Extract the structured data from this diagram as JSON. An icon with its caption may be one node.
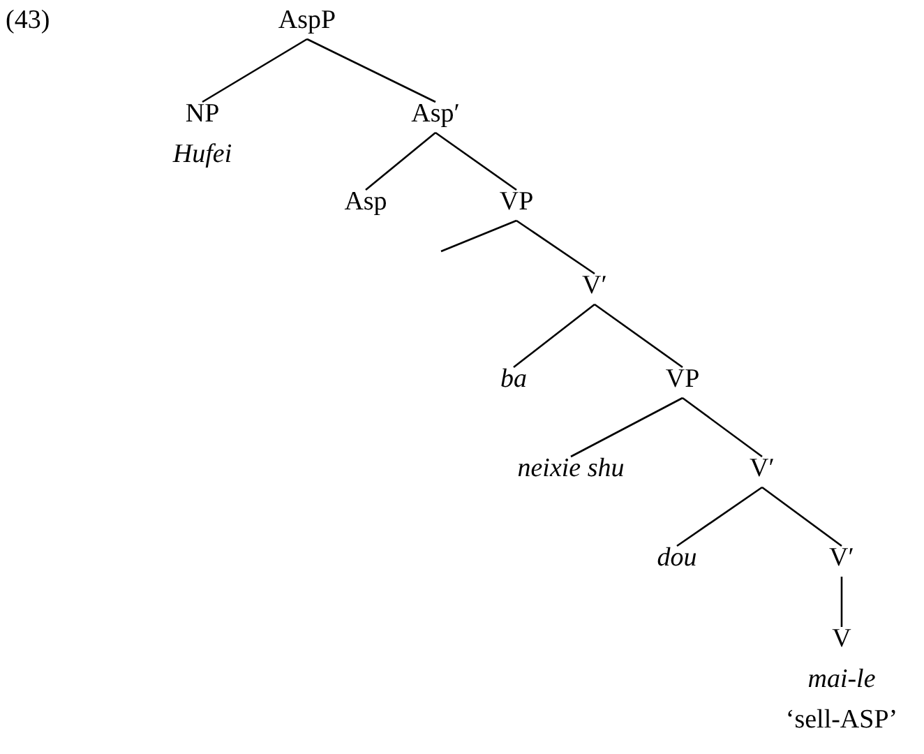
{
  "diagram": {
    "nodes": [
      {
        "text": [
          "AspP"
        ]
      },
      {
        "text": [
          "NP",
          "Hufei"
        ]
      },
      {
        "text": [
          "Asp′"
        ]
      },
      {
        "text": [
          "Asp"
        ]
      },
      {
        "text": [
          "VP"
        ]
      },
      {
        "text": [
          "V′"
        ]
      },
      {
        "text": [
          "ba"
        ]
      },
      {
        "text": [
          "VP"
        ]
      },
      {
        "text": [
          "neixie shu"
        ]
      },
      {
        "text": [
          "V′"
        ]
      },
      {
        "text": [
          "dou"
        ]
      },
      {
        "text": [
          "V′"
        ]
      },
      {
        "text": [
          "V",
          "mai-le",
          "‘sell-ASP’"
        ]
      }
    ],
    "edges": [
      {
        "from": 0,
        "to": 1,
        "arrow": "none"
      },
      {
        "from": 0,
        "to": 2,
        "arrow": "none"
      },
      {
        "from": 2,
        "to": 3,
        "arrow": "none"
      },
      {
        "from": 2,
        "to": 4,
        "arrow": "none"
      },
      {
        "from": 4,
        "to": null,
        "arrow": "none"
      },
      {
        "from": 4,
        "to": 5,
        "arrow": "none"
      },
      {
        "from": 5,
        "to": 6,
        "arrow": "none"
      },
      {
        "from": 5,
        "to": 7,
        "arrow": "none"
      },
      {
        "from": 7,
        "to": 8,
        "arrow": "none"
      },
      {
        "from": 7,
        "to": 9,
        "arrow": "none"
      },
      {
        "from": 9,
        "to": 10,
        "arrow": "none"
      },
      {
        "from": 9,
        "to": 11,
        "arrow": "none"
      },
      {
        "from": 11,
        "to": 12,
        "arrow": "none"
      }
    ],
    "labels": [
      "(43)"
    ]
  }
}
